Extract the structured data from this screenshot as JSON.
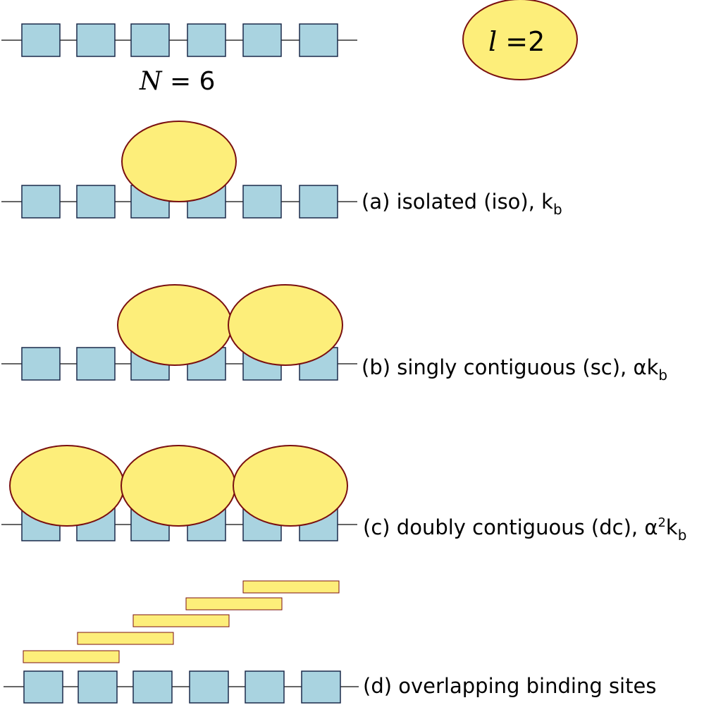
{
  "colors": {
    "site_fill": "#a9d3e0",
    "site_stroke": "#1b2a4a",
    "ligand_fill": "#fdee7a",
    "ligand_stroke": "#7a1010",
    "line": "#333333"
  },
  "header": {
    "n_symbol": "N",
    "n_rest": " = 6",
    "l_symbol": "l",
    "l_rest": " =2"
  },
  "rows": [
    {
      "id": "a",
      "text": "(a) isolated (iso), k",
      "subscript": "b"
    },
    {
      "id": "b",
      "text": "(b) singly contiguous (sc), αk",
      "subscript": "b"
    },
    {
      "id": "c",
      "text": "(c) doubly contiguous (dc), α",
      "superscript": "2",
      "after_sup": "k",
      "subscript": "b"
    },
    {
      "id": "d",
      "text": "(d) overlapping binding sites"
    }
  ]
}
